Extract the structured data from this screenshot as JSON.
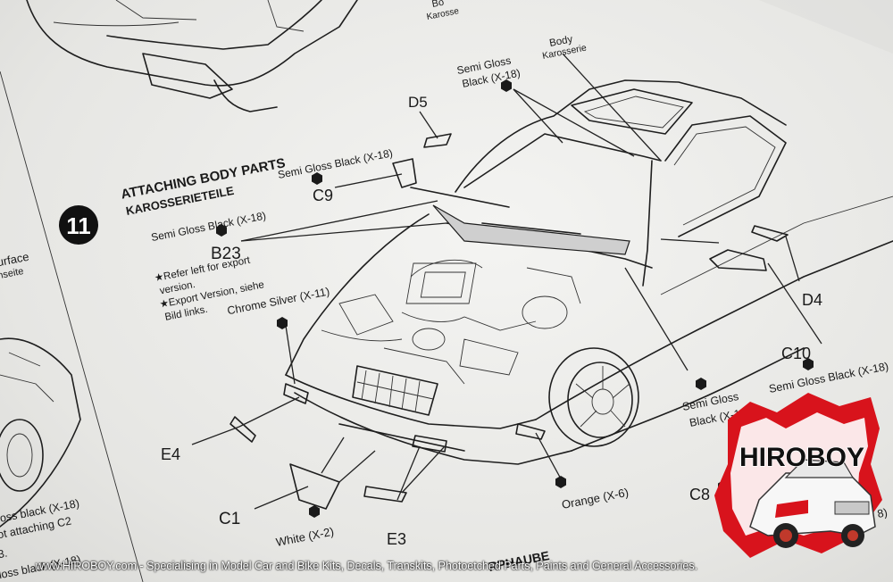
{
  "page": {
    "title": "ATTACHING BODY PARTS",
    "subtitle": "KAROSSERIETEILE",
    "step": "11"
  },
  "labels": {
    "semi_gloss_black_x18": "Semi Gloss Black (X-18)",
    "semi_gloss": "Semi Gloss",
    "black_x18": "Black (X-18)",
    "body": "Body",
    "karosserie": "Karosserie",
    "chrome_silver": "Chrome Silver (X-11)",
    "orange": "Orange (X-6)",
    "white": "White (X-2)",
    "note_1": "★Refer left for export",
    "note_2": "version.",
    "note_3": "★Export Version, siehe",
    "note_4": "Bild links.",
    "partial_left_1": "urface",
    "partial_left_2": "nseite",
    "partial_left_3": "loss black (X-18)",
    "partial_left_4": "ot attaching C2",
    "partial_left_5": "3.",
    "partial_left_6": "loss black (X-18)",
    "partial_bottom": "RPHAUBE",
    "partial_top": "Bo",
    "partial_top2": "Karosse",
    "partial_right": "8)"
  },
  "parts": [
    "D5",
    "C9",
    "B23",
    "D4",
    "C10",
    "E4",
    "C1",
    "E3",
    "C8"
  ],
  "watermark": {
    "brand": "HIROBOY"
  },
  "footer": "www.HIROBOY.com - Specialising in Model Car and Bike Kits, Decals, Transkits, Photoetched Parts, Paints and General Accessories."
}
